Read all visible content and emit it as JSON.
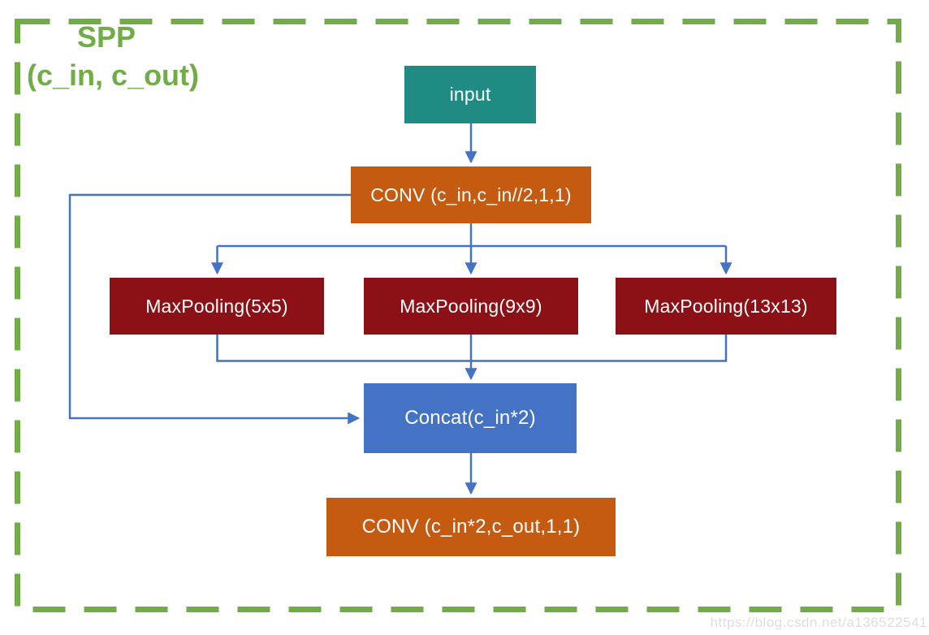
{
  "diagram": {
    "title_line1": "SPP",
    "title_line2": "(c_in, c_out)",
    "nodes": {
      "input": {
        "label": "input"
      },
      "conv1": {
        "label": "CONV (c_in,c_in//2,1,1)"
      },
      "maxpool_5x5": {
        "label": "MaxPooling(5x5)"
      },
      "maxpool_9x9": {
        "label": "MaxPooling(9x9)"
      },
      "maxpool_13x13": {
        "label": "MaxPooling(13x13)"
      },
      "concat": {
        "label": "Concat(c_in*2)"
      },
      "conv2": {
        "label": "CONV (c_in*2,c_out,1,1)"
      }
    },
    "colors": {
      "border_green": "#70AD47",
      "title_green": "#70AD47",
      "input_teal": "#1F8B83",
      "conv_orange": "#C55A11",
      "maxpool_darkred": "#8B1116",
      "concat_blue": "#4472C4",
      "arrow_blue": "#4472C4",
      "watermark_gray": "#DEDEDE"
    },
    "watermark": "https://blog.csdn.net/a136522541"
  }
}
